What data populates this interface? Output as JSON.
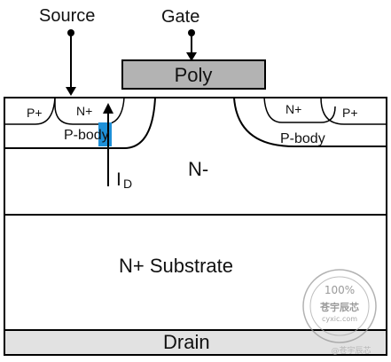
{
  "terminals": {
    "source": "Source",
    "gate": "Gate",
    "drain": "Drain"
  },
  "gate_material": "Poly",
  "regions": {
    "p_plus": "P+",
    "n_plus": "N+",
    "p_body": "P-body",
    "n_minus": "N-",
    "n_plus_substrate": "N+ Substrate"
  },
  "current_label": {
    "main": "I",
    "subscript": "D"
  },
  "watermark": {
    "percent": "100%",
    "brand": "苍宇辰芯",
    "url": "cyxic.com",
    "foot": "@苍宇辰芯"
  },
  "colors": {
    "poly_fill": "#b3b3b3",
    "drain_fill": "#e2e2e2",
    "channel_fill": "#1e90d8",
    "outline": "#000000"
  }
}
